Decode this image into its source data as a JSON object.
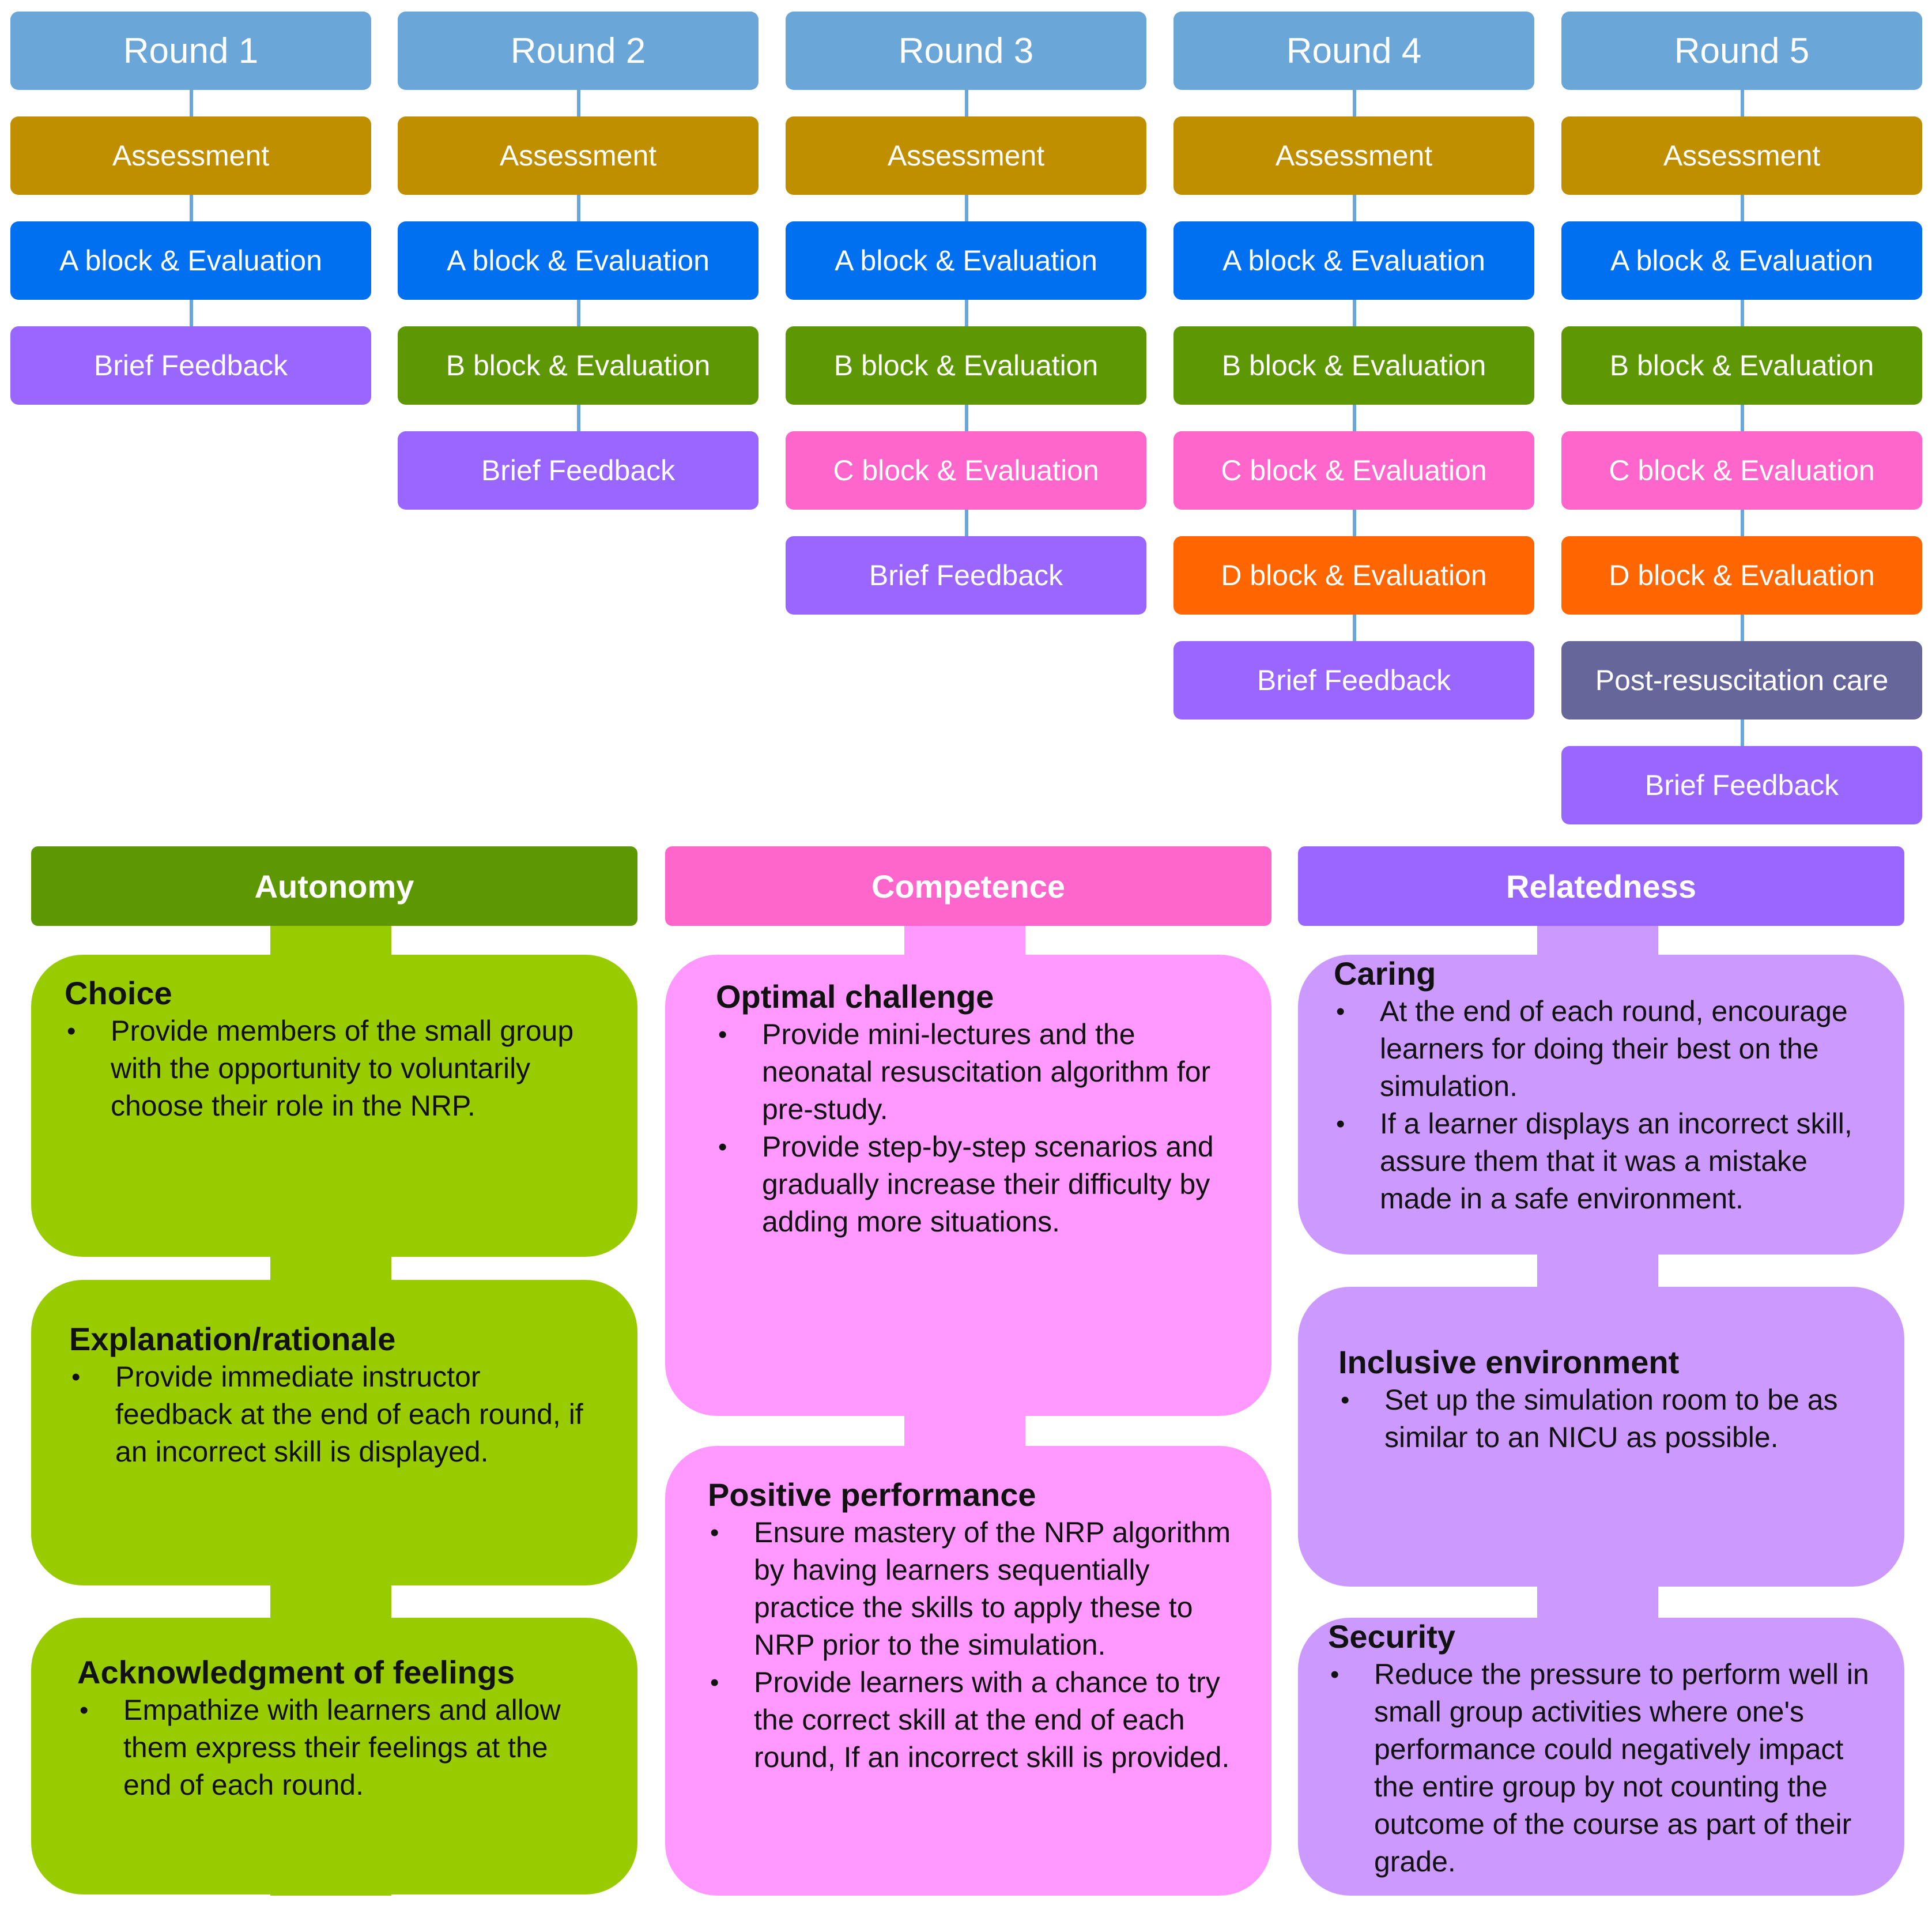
{
  "colors": {
    "round": "#6aa6d8",
    "assessment": "#bf8f00",
    "a_block": "#0070f0",
    "b_block": "#5d9703",
    "c_block": "#ff66cc",
    "d_block": "#ff6600",
    "post": "#66669a",
    "feedback": "#9966ff",
    "autonomy_header": "#5d9703",
    "autonomy_card": "#99cc00",
    "competence_header": "#ff66cc",
    "competence_card": "#ff99ff",
    "relatedness_header": "#9966ff",
    "relatedness_card": "#cc99ff"
  },
  "rounds": [
    {
      "title": "Round 1",
      "steps": [
        {
          "label": "Assessment",
          "kind": "assessment"
        },
        {
          "label": "A block & Evaluation",
          "kind": "a_block"
        },
        {
          "label": "Brief Feedback",
          "kind": "feedback"
        }
      ]
    },
    {
      "title": "Round 2",
      "steps": [
        {
          "label": "Assessment",
          "kind": "assessment"
        },
        {
          "label": "A block & Evaluation",
          "kind": "a_block"
        },
        {
          "label": "B block & Evaluation",
          "kind": "b_block"
        },
        {
          "label": "Brief Feedback",
          "kind": "feedback"
        }
      ]
    },
    {
      "title": "Round 3",
      "steps": [
        {
          "label": "Assessment",
          "kind": "assessment"
        },
        {
          "label": "A block & Evaluation",
          "kind": "a_block"
        },
        {
          "label": "B block & Evaluation",
          "kind": "b_block"
        },
        {
          "label": "C block & Evaluation",
          "kind": "c_block"
        },
        {
          "label": "Brief Feedback",
          "kind": "feedback"
        }
      ]
    },
    {
      "title": "Round 4",
      "steps": [
        {
          "label": "Assessment",
          "kind": "assessment"
        },
        {
          "label": "A block & Evaluation",
          "kind": "a_block"
        },
        {
          "label": "B block & Evaluation",
          "kind": "b_block"
        },
        {
          "label": "C block & Evaluation",
          "kind": "c_block"
        },
        {
          "label": "D block & Evaluation",
          "kind": "d_block"
        },
        {
          "label": "Brief Feedback",
          "kind": "feedback"
        }
      ]
    },
    {
      "title": "Round 5",
      "steps": [
        {
          "label": "Assessment",
          "kind": "assessment"
        },
        {
          "label": "A block & Evaluation",
          "kind": "a_block"
        },
        {
          "label": "B block & Evaluation",
          "kind": "b_block"
        },
        {
          "label": "C block & Evaluation",
          "kind": "c_block"
        },
        {
          "label": "D block & Evaluation",
          "kind": "d_block"
        },
        {
          "label": "Post-resuscitation care",
          "kind": "post"
        },
        {
          "label": "Brief Feedback",
          "kind": "feedback"
        }
      ]
    }
  ],
  "autonomy": {
    "header": "Autonomy",
    "cards": [
      {
        "title": "Choice",
        "bullets": [
          "Provide members of the small group with the opportunity to voluntarily choose their role in the NRP."
        ]
      },
      {
        "title": "Explanation/rationale",
        "bullets": [
          "Provide immediate instructor feedback at the end of each round, if an incorrect skill is displayed."
        ]
      },
      {
        "title": "Acknowledgment of feelings",
        "bullets": [
          "Empathize with learners and allow them express their feelings at the end of each round."
        ]
      }
    ]
  },
  "competence": {
    "header": "Competence",
    "cards": [
      {
        "title": "Optimal challenge",
        "bullets": [
          "Provide mini-lectures and the neonatal resuscitation algorithm for pre-study.",
          "Provide step-by-step scenarios and gradually increase their difficulty by adding more situations."
        ]
      },
      {
        "title": "Positive performance",
        "bullets": [
          "Ensure mastery of the NRP algorithm by having learners sequentially practice the skills to apply these to NRP prior to the simulation.",
          "Provide learners with a chance to try the correct skill at the end of each round, If an incorrect skill is provided."
        ]
      }
    ]
  },
  "relatedness": {
    "header": "Relatedness",
    "cards": [
      {
        "title": "Caring",
        "bullets": [
          "At the end of each round, encourage learners for doing their best on the simulation.",
          "If a learner displays an incorrect skill, assure them that it was a mistake made in a safe environment."
        ]
      },
      {
        "title": "Inclusive environment",
        "bullets": [
          "Set up the simulation room to be as similar to an NICU as possible."
        ]
      },
      {
        "title": "Security",
        "bullets": [
          "Reduce the pressure to perform well in small group activities where one's performance could negatively impact the entire group by not counting the outcome of the course as part of their grade."
        ]
      }
    ]
  }
}
